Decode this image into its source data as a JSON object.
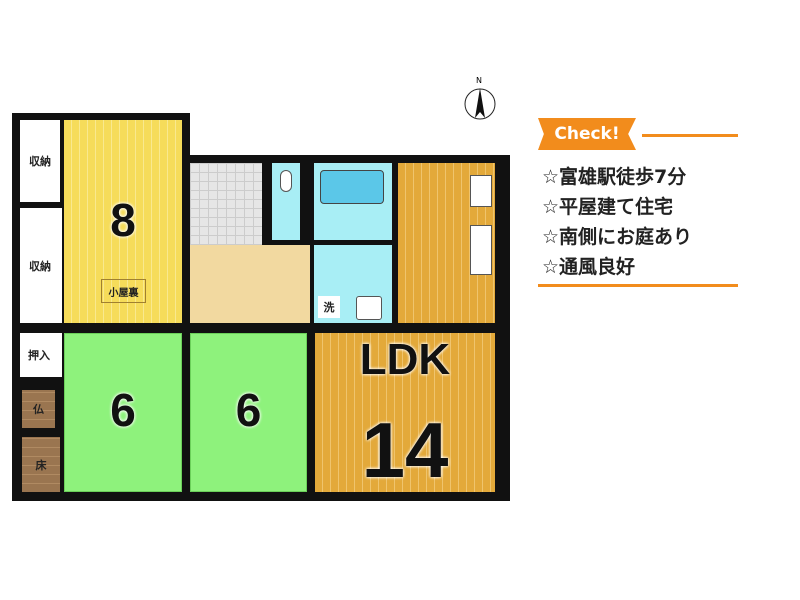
{
  "rooms": {
    "western": "8",
    "attic": "小屋裏",
    "storage1": "収納",
    "storage2": "収納",
    "closet": "押入",
    "altar": "仏",
    "alcove": "床",
    "japanese1": "6",
    "japanese2": "6",
    "ldk_label": "LDK",
    "ldk_size": "14",
    "wash": "洗"
  },
  "compass": "N",
  "check": {
    "badge": "Check!",
    "items": [
      "☆富雄駅徒歩7分",
      "☆平屋建て住宅",
      "☆南側にお庭あり",
      "☆通風良好"
    ]
  },
  "colors": {
    "accent": "#f28c1c"
  }
}
